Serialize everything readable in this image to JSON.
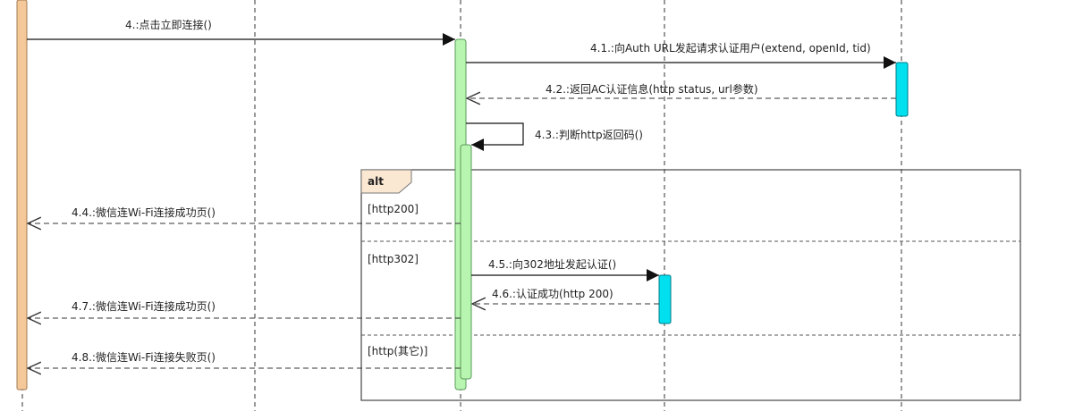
{
  "colors": {
    "background": "#ffffff",
    "line": "#333333",
    "activation_user": "#f5c89a",
    "activation_user_border": "#a07850",
    "activation_green": "#b8f5b0",
    "activation_green_border": "#5a9a5a",
    "activation_cyan": "#00e0ee",
    "activation_cyan_border": "#007a88",
    "alt_tag_fill": "#fbe8d2",
    "alt_tag_border": "#777777"
  },
  "messages": [
    {
      "id": "m4",
      "text": "4.:点击立即连接()",
      "style": "sync"
    },
    {
      "id": "m41",
      "text": "4.1.:向Auth URL发起请求认证用户(extend, openId, tid)",
      "style": "sync"
    },
    {
      "id": "m42",
      "text": "4.2.:返回AC认证信息(http status, url参数)",
      "style": "return"
    },
    {
      "id": "m43",
      "text": "4.3.:判断http返回码()",
      "style": "self"
    },
    {
      "id": "m44",
      "text": "4.4.:微信连Wi-Fi连接成功页()",
      "style": "return"
    },
    {
      "id": "m45",
      "text": "4.5.:向302地址发起认证()",
      "style": "sync"
    },
    {
      "id": "m46",
      "text": "4.6.:认证成功(http 200)",
      "style": "return"
    },
    {
      "id": "m47",
      "text": "4.7.:微信连Wi-Fi连接成功页()",
      "style": "return"
    },
    {
      "id": "m48",
      "text": "4.8.:微信连Wi-Fi连接失败页()",
      "style": "return"
    }
  ],
  "alt_frame": {
    "tag": "alt",
    "operands": [
      "[http200]",
      "[http302]",
      "[http(其它)]"
    ]
  }
}
